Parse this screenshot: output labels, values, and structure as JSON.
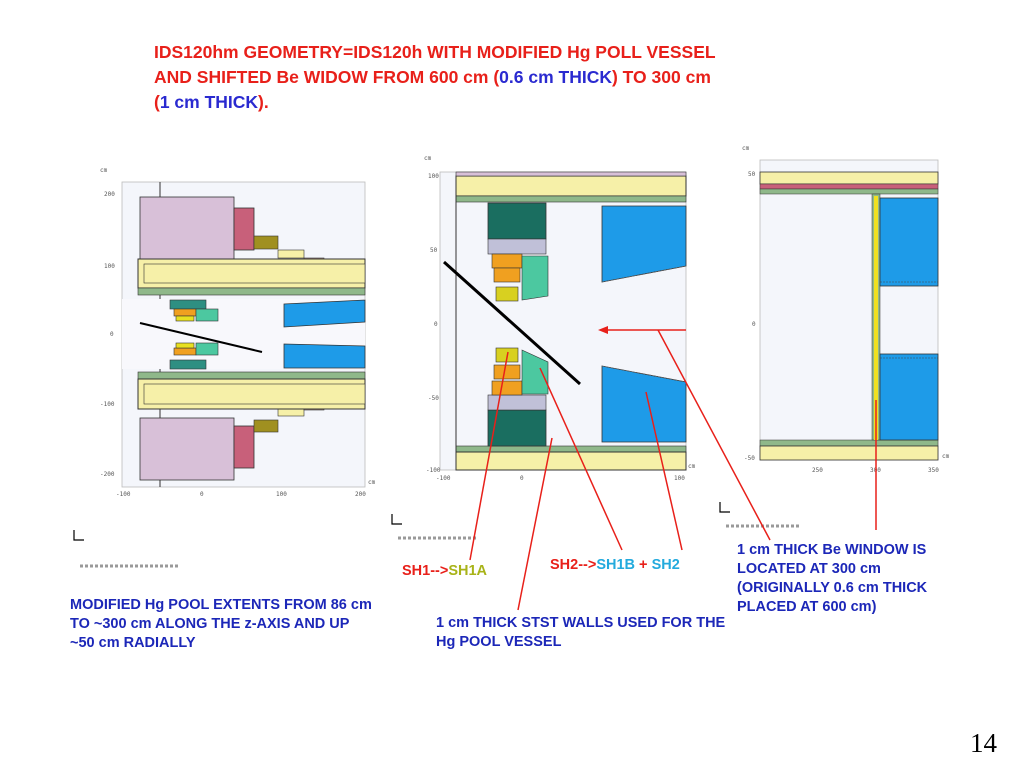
{
  "title": {
    "line1": "IDS120hm GEOMETRY=IDS120h WITH MODIFIED Hg POLL VESSEL",
    "line2_start": "AND SHIFTED Be WIDOW FROM 600 cm (",
    "line2_blue": "0.6 cm THICK",
    "line2_end": ") TO 300 cm",
    "line3_open": "(",
    "line3_blue": "1 cm THICK",
    "line3_close": ")."
  },
  "labels": {
    "hg_pool": "MODIFIED Hg POOL EXTENTS FROM 86 cm TO ~300 cm  ALONG THE z-AXIS AND UP ~50 cm RADIALLY",
    "sh1_a": "SH1-->",
    "sh1_b": "SH1A",
    "sh2_a": "SH2-->",
    "sh2_b": "SH1B",
    "sh2_plus": " + ",
    "sh2_c": "SH2",
    "stst": "1 cm THICK STST WALLS USED FOR THE Hg POOL VESSEL",
    "be_window": "1 cm THICK Be WINDOW IS LOCATED AT 300 cm (ORIGINALLY 0.6 cm THICK PLACED AT 600 cm)"
  },
  "plot1": {
    "yticks": [
      "200",
      "100",
      "0",
      "-100",
      "-200"
    ],
    "xticks": [
      "-100",
      "0",
      "100",
      "200"
    ],
    "unit": "cm"
  },
  "plot2": {
    "yticks": [
      "100",
      "50",
      "0",
      "-50",
      "-100"
    ],
    "xticks": [
      "-100",
      "0",
      "100"
    ],
    "unit": "cm"
  },
  "plot3": {
    "yticks": [
      "50",
      "0",
      "-50"
    ],
    "xticks": [
      "250",
      "300",
      "350"
    ],
    "unit": "cm"
  },
  "page_number": "14",
  "colors": {
    "red": "#e8201a",
    "blue": "#1c27b8",
    "olive": "#a8b318",
    "cyan": "#23aadd",
    "pink_block": "#d8c0d8",
    "rose": "#c8607a",
    "yellow_fill": "#f6f0a8",
    "teal": "#2e8f82",
    "blue_fill": "#1e9be8"
  }
}
